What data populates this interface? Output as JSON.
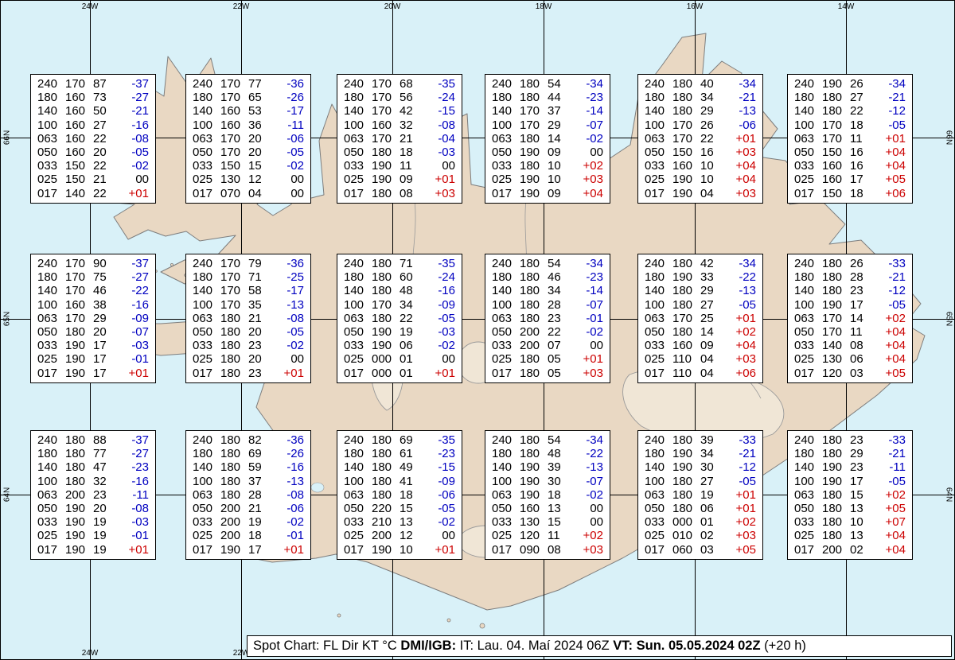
{
  "map": {
    "sea_color": "#d9f1f8",
    "land_color": "#e9d8c3",
    "coast_color": "#7d7d7d",
    "region_name": "Iceland"
  },
  "colors": {
    "temp_negative": "#0000c0",
    "temp_positive": "#cc0000",
    "temp_zero": "#000000"
  },
  "grid": {
    "lon_labels": [
      "24W",
      "22W",
      "20W",
      "18W",
      "16W",
      "14W"
    ],
    "lat_labels": [
      "66N",
      "65N",
      "64N"
    ]
  },
  "spots": [
    [
      [
        [
          "240",
          "170",
          "87",
          "-37"
        ],
        [
          "180",
          "160",
          "73",
          "-27"
        ],
        [
          "140",
          "160",
          "50",
          "-21"
        ],
        [
          "100",
          "160",
          "27",
          "-16"
        ],
        [
          "063",
          "160",
          "22",
          "-08"
        ],
        [
          "050",
          "160",
          "20",
          "-05"
        ],
        [
          "033",
          "150",
          "22",
          "-02"
        ],
        [
          "025",
          "150",
          "21",
          "00"
        ],
        [
          "017",
          "140",
          "22",
          "+01"
        ]
      ],
      [
        [
          "240",
          "170",
          "77",
          "-36"
        ],
        [
          "180",
          "170",
          "65",
          "-26"
        ],
        [
          "140",
          "160",
          "53",
          "-17"
        ],
        [
          "100",
          "160",
          "36",
          "-11"
        ],
        [
          "063",
          "170",
          "20",
          "-06"
        ],
        [
          "050",
          "170",
          "20",
          "-05"
        ],
        [
          "033",
          "150",
          "15",
          "-02"
        ],
        [
          "025",
          "130",
          "12",
          "00"
        ],
        [
          "017",
          "070",
          "04",
          "00"
        ]
      ],
      [
        [
          "240",
          "170",
          "68",
          "-35"
        ],
        [
          "180",
          "170",
          "56",
          "-24"
        ],
        [
          "140",
          "170",
          "42",
          "-15"
        ],
        [
          "100",
          "160",
          "32",
          "-08"
        ],
        [
          "063",
          "170",
          "21",
          "-04"
        ],
        [
          "050",
          "180",
          "18",
          "-03"
        ],
        [
          "033",
          "190",
          "11",
          "00"
        ],
        [
          "025",
          "190",
          "09",
          "+01"
        ],
        [
          "017",
          "180",
          "08",
          "+03"
        ]
      ],
      [
        [
          "240",
          "180",
          "54",
          "-34"
        ],
        [
          "180",
          "180",
          "44",
          "-23"
        ],
        [
          "140",
          "170",
          "37",
          "-14"
        ],
        [
          "100",
          "170",
          "29",
          "-07"
        ],
        [
          "063",
          "180",
          "14",
          "-02"
        ],
        [
          "050",
          "190",
          "09",
          "00"
        ],
        [
          "033",
          "180",
          "10",
          "+02"
        ],
        [
          "025",
          "190",
          "10",
          "+03"
        ],
        [
          "017",
          "190",
          "09",
          "+04"
        ]
      ],
      [
        [
          "240",
          "180",
          "40",
          "-34"
        ],
        [
          "180",
          "180",
          "34",
          "-21"
        ],
        [
          "140",
          "180",
          "29",
          "-13"
        ],
        [
          "100",
          "170",
          "26",
          "-06"
        ],
        [
          "063",
          "170",
          "22",
          "+01"
        ],
        [
          "050",
          "150",
          "16",
          "+03"
        ],
        [
          "033",
          "160",
          "10",
          "+04"
        ],
        [
          "025",
          "190",
          "10",
          "+04"
        ],
        [
          "017",
          "190",
          "04",
          "+03"
        ]
      ],
      [
        [
          "240",
          "190",
          "26",
          "-34"
        ],
        [
          "180",
          "180",
          "27",
          "-21"
        ],
        [
          "140",
          "180",
          "22",
          "-12"
        ],
        [
          "100",
          "170",
          "18",
          "-05"
        ],
        [
          "063",
          "170",
          "11",
          "+01"
        ],
        [
          "050",
          "150",
          "16",
          "+04"
        ],
        [
          "033",
          "160",
          "16",
          "+04"
        ],
        [
          "025",
          "160",
          "17",
          "+05"
        ],
        [
          "017",
          "150",
          "18",
          "+06"
        ]
      ]
    ],
    [
      [
        [
          "240",
          "170",
          "90",
          "-37"
        ],
        [
          "180",
          "170",
          "75",
          "-27"
        ],
        [
          "140",
          "170",
          "46",
          "-22"
        ],
        [
          "100",
          "160",
          "38",
          "-16"
        ],
        [
          "063",
          "170",
          "29",
          "-09"
        ],
        [
          "050",
          "180",
          "20",
          "-07"
        ],
        [
          "033",
          "190",
          "17",
          "-03"
        ],
        [
          "025",
          "190",
          "17",
          "-01"
        ],
        [
          "017",
          "190",
          "17",
          "+01"
        ]
      ],
      [
        [
          "240",
          "170",
          "79",
          "-36"
        ],
        [
          "180",
          "170",
          "71",
          "-25"
        ],
        [
          "140",
          "170",
          "58",
          "-17"
        ],
        [
          "100",
          "170",
          "35",
          "-13"
        ],
        [
          "063",
          "180",
          "21",
          "-08"
        ],
        [
          "050",
          "180",
          "20",
          "-05"
        ],
        [
          "033",
          "180",
          "23",
          "-02"
        ],
        [
          "025",
          "180",
          "20",
          "00"
        ],
        [
          "017",
          "180",
          "23",
          "+01"
        ]
      ],
      [
        [
          "240",
          "180",
          "71",
          "-35"
        ],
        [
          "180",
          "180",
          "60",
          "-24"
        ],
        [
          "140",
          "180",
          "48",
          "-16"
        ],
        [
          "100",
          "170",
          "34",
          "-09"
        ],
        [
          "063",
          "180",
          "22",
          "-05"
        ],
        [
          "050",
          "190",
          "19",
          "-03"
        ],
        [
          "033",
          "190",
          "06",
          "-02"
        ],
        [
          "025",
          "000",
          "01",
          "00"
        ],
        [
          "017",
          "000",
          "01",
          "+01"
        ]
      ],
      [
        [
          "240",
          "180",
          "54",
          "-34"
        ],
        [
          "180",
          "180",
          "46",
          "-23"
        ],
        [
          "140",
          "180",
          "34",
          "-14"
        ],
        [
          "100",
          "180",
          "28",
          "-07"
        ],
        [
          "063",
          "180",
          "23",
          "-01"
        ],
        [
          "050",
          "200",
          "22",
          "-02"
        ],
        [
          "033",
          "200",
          "07",
          "00"
        ],
        [
          "025",
          "180",
          "05",
          "+01"
        ],
        [
          "017",
          "180",
          "05",
          "+03"
        ]
      ],
      [
        [
          "240",
          "180",
          "42",
          "-34"
        ],
        [
          "180",
          "190",
          "33",
          "-22"
        ],
        [
          "140",
          "180",
          "29",
          "-13"
        ],
        [
          "100",
          "180",
          "27",
          "-05"
        ],
        [
          "063",
          "170",
          "25",
          "+01"
        ],
        [
          "050",
          "180",
          "14",
          "+02"
        ],
        [
          "033",
          "160",
          "09",
          "+04"
        ],
        [
          "025",
          "110",
          "04",
          "+03"
        ],
        [
          "017",
          "110",
          "04",
          "+06"
        ]
      ],
      [
        [
          "240",
          "180",
          "26",
          "-33"
        ],
        [
          "180",
          "180",
          "28",
          "-21"
        ],
        [
          "140",
          "180",
          "23",
          "-12"
        ],
        [
          "100",
          "190",
          "17",
          "-05"
        ],
        [
          "063",
          "170",
          "14",
          "+02"
        ],
        [
          "050",
          "170",
          "11",
          "+04"
        ],
        [
          "033",
          "140",
          "08",
          "+04"
        ],
        [
          "025",
          "130",
          "06",
          "+04"
        ],
        [
          "017",
          "120",
          "03",
          "+05"
        ]
      ]
    ],
    [
      [
        [
          "240",
          "180",
          "88",
          "-37"
        ],
        [
          "180",
          "180",
          "77",
          "-27"
        ],
        [
          "140",
          "180",
          "47",
          "-23"
        ],
        [
          "100",
          "180",
          "32",
          "-16"
        ],
        [
          "063",
          "200",
          "23",
          "-11"
        ],
        [
          "050",
          "190",
          "20",
          "-08"
        ],
        [
          "033",
          "190",
          "19",
          "-03"
        ],
        [
          "025",
          "190",
          "19",
          "-01"
        ],
        [
          "017",
          "190",
          "19",
          "+01"
        ]
      ],
      [
        [
          "240",
          "180",
          "82",
          "-36"
        ],
        [
          "180",
          "180",
          "69",
          "-26"
        ],
        [
          "140",
          "180",
          "59",
          "-16"
        ],
        [
          "100",
          "180",
          "37",
          "-13"
        ],
        [
          "063",
          "180",
          "28",
          "-08"
        ],
        [
          "050",
          "200",
          "21",
          "-06"
        ],
        [
          "033",
          "200",
          "19",
          "-02"
        ],
        [
          "025",
          "200",
          "18",
          "-01"
        ],
        [
          "017",
          "190",
          "17",
          "+01"
        ]
      ],
      [
        [
          "240",
          "180",
          "69",
          "-35"
        ],
        [
          "180",
          "180",
          "61",
          "-23"
        ],
        [
          "140",
          "180",
          "49",
          "-15"
        ],
        [
          "100",
          "180",
          "41",
          "-09"
        ],
        [
          "063",
          "180",
          "18",
          "-06"
        ],
        [
          "050",
          "220",
          "15",
          "-05"
        ],
        [
          "033",
          "210",
          "13",
          "-02"
        ],
        [
          "025",
          "200",
          "12",
          "00"
        ],
        [
          "017",
          "190",
          "10",
          "+01"
        ]
      ],
      [
        [
          "240",
          "180",
          "54",
          "-34"
        ],
        [
          "180",
          "180",
          "48",
          "-22"
        ],
        [
          "140",
          "190",
          "39",
          "-13"
        ],
        [
          "100",
          "190",
          "30",
          "-07"
        ],
        [
          "063",
          "190",
          "18",
          "-02"
        ],
        [
          "050",
          "160",
          "13",
          "00"
        ],
        [
          "033",
          "130",
          "15",
          "00"
        ],
        [
          "025",
          "120",
          "11",
          "+02"
        ],
        [
          "017",
          "090",
          "08",
          "+03"
        ]
      ],
      [
        [
          "240",
          "180",
          "39",
          "-33"
        ],
        [
          "180",
          "190",
          "34",
          "-21"
        ],
        [
          "140",
          "190",
          "30",
          "-12"
        ],
        [
          "100",
          "180",
          "27",
          "-05"
        ],
        [
          "063",
          "180",
          "19",
          "+01"
        ],
        [
          "050",
          "180",
          "06",
          "+01"
        ],
        [
          "033",
          "000",
          "01",
          "+02"
        ],
        [
          "025",
          "010",
          "02",
          "+03"
        ],
        [
          "017",
          "060",
          "03",
          "+05"
        ]
      ],
      [
        [
          "240",
          "180",
          "23",
          "-33"
        ],
        [
          "180",
          "180",
          "29",
          "-21"
        ],
        [
          "140",
          "190",
          "23",
          "-11"
        ],
        [
          "100",
          "190",
          "17",
          "-05"
        ],
        [
          "063",
          "180",
          "15",
          "+02"
        ],
        [
          "050",
          "180",
          "13",
          "+05"
        ],
        [
          "033",
          "180",
          "10",
          "+07"
        ],
        [
          "025",
          "180",
          "13",
          "+04"
        ],
        [
          "017",
          "200",
          "02",
          "+04"
        ]
      ]
    ]
  ],
  "footer": {
    "segments": [
      {
        "text": "Spot Chart: FL Dir KT °C ",
        "bold": false
      },
      {
        "text": "DMI/IGB:",
        "bold": true
      },
      {
        "text": " IT: Lau. 04. Maí 2024 06Z ",
        "bold": false
      },
      {
        "text": "VT:",
        "bold": true
      },
      {
        "text": " Sun. 05.05.2024 02Z",
        "bold": true
      },
      {
        "text": " (+20 h)",
        "bold": false
      }
    ]
  }
}
